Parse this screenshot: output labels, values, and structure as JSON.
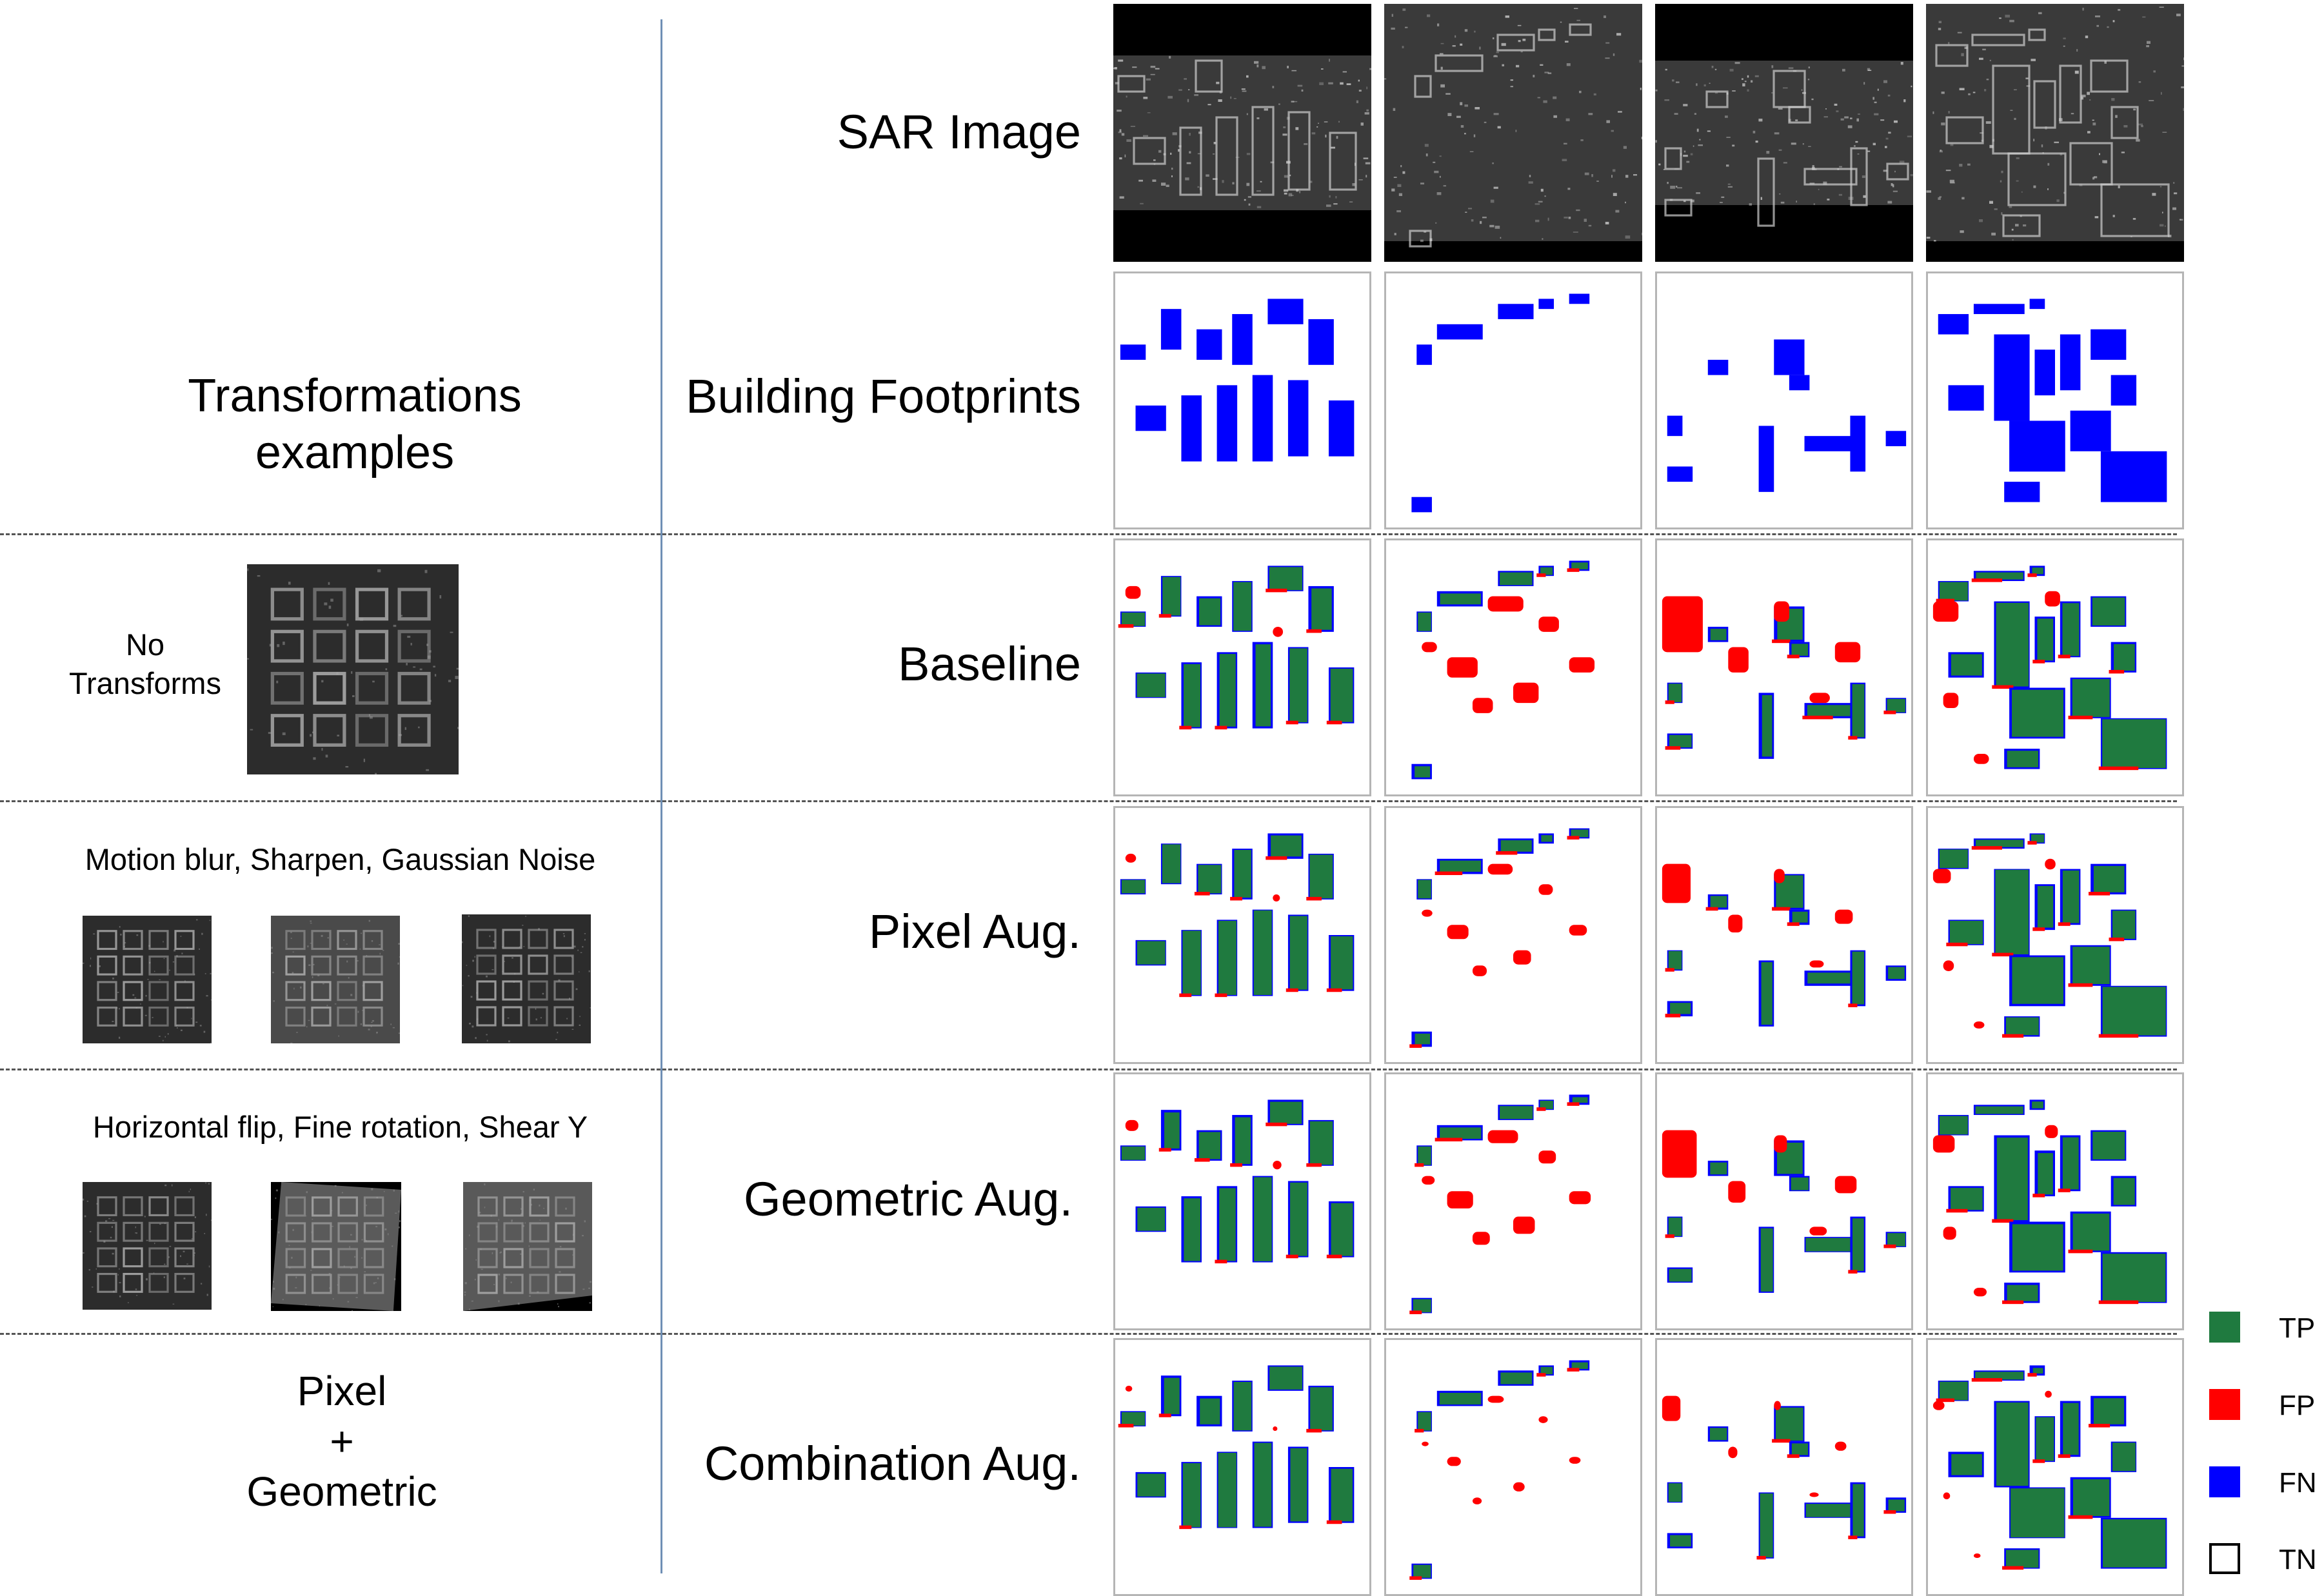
{
  "left_title": [
    "Transformations",
    "examples"
  ],
  "sections": [
    {
      "id": "none",
      "caption": [
        "No",
        "Transforms"
      ]
    },
    {
      "id": "pixel",
      "caption": "Motion blur, Sharpen, Gaussian Noise"
    },
    {
      "id": "geometric",
      "caption": "Horizontal flip, Fine rotation, Shear Y"
    },
    {
      "id": "combo",
      "caption": [
        "Pixel",
        "+",
        "Geometric"
      ]
    }
  ],
  "row_labels": [
    "SAR Image",
    "Building Footprints",
    "Baseline",
    "Pixel Aug.",
    "Geometric Aug.",
    "Combination Aug."
  ],
  "legend": [
    {
      "label": "TP",
      "color": "#1f7a3f"
    },
    {
      "label": "FP",
      "color": "#ff0000"
    },
    {
      "label": "FN",
      "color": "#0000ff"
    },
    {
      "label": "TN",
      "color": "#ffffff"
    }
  ],
  "colors": {
    "tp": "#1f7a3f",
    "fp": "#ff0000",
    "fn": "#0000ff",
    "divider": "#6f8fb5",
    "dashed": "#555555"
  }
}
